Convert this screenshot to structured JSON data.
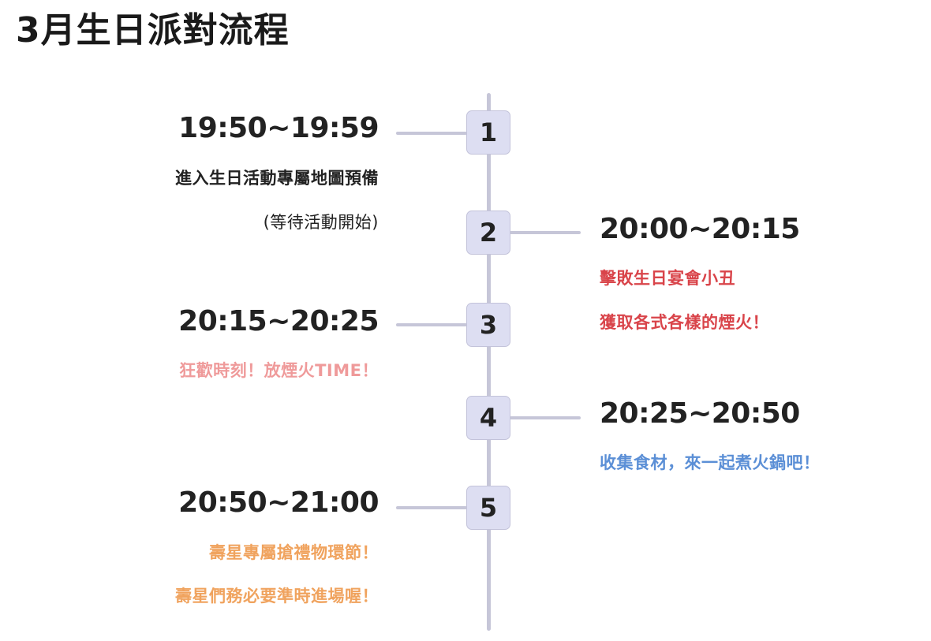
{
  "title": "3月生日派對流程",
  "colors": {
    "line": "#c6c6d8",
    "node_fill": "#dddef2",
    "dark_text": "#222222",
    "red": "#d9444a",
    "pink": "#ef9a9a",
    "blue": "#5b8fd6",
    "orange": "#f0a35e"
  },
  "steps": [
    {
      "number": "1",
      "time": "19:50~19:59",
      "lines": [
        "進入生日活動專屬地圖預備",
        "(等待活動開始)"
      ]
    },
    {
      "number": "2",
      "time": "20:00~20:15",
      "lines": [
        "擊敗生日宴會小丑",
        "獲取各式各樣的煙火！"
      ]
    },
    {
      "number": "3",
      "time": "20:15~20:25",
      "lines": [
        "狂歡時刻！放煙火TIME！"
      ]
    },
    {
      "number": "4",
      "time": "20:25~20:50",
      "lines": [
        "收集食材，來一起煮火鍋吧！"
      ]
    },
    {
      "number": "5",
      "time": "20:50~21:00",
      "lines": [
        "壽星專屬搶禮物環節！",
        "壽星們務必要準時進場喔！"
      ]
    }
  ]
}
